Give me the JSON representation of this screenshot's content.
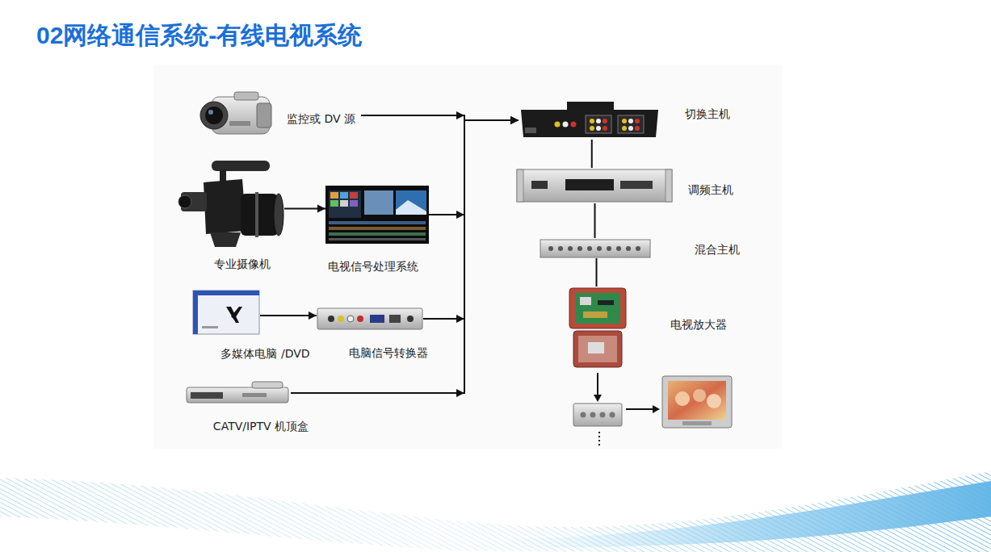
{
  "diagram": {
    "title": "02网络通信系统-有线电视系统",
    "nodes": [
      {
        "text": [
          "监控或 DV 源"
        ]
      },
      {
        "text": [
          "专业摄像机"
        ]
      },
      {
        "text": [
          "电视信号处理系统"
        ]
      },
      {
        "text": [
          "多媒体电脑 /DVD"
        ]
      },
      {
        "text": [
          "电脑信号转换器"
        ]
      },
      {
        "text": [
          "CATV/IPTV 机顶盒"
        ]
      },
      {
        "text": [
          "切换主机"
        ]
      },
      {
        "text": [
          "调频主机"
        ]
      },
      {
        "text": [
          "混合主机"
        ]
      },
      {
        "text": [
          "电视放大器"
        ]
      }
    ],
    "edges": [
      {
        "from": 0,
        "to": 6,
        "arrow": "to"
      },
      {
        "from": 1,
        "to": 2,
        "arrow": "to"
      },
      {
        "from": 2,
        "to": 6,
        "arrow": "to"
      },
      {
        "from": 3,
        "to": 4,
        "arrow": "to"
      },
      {
        "from": 4,
        "to": 6,
        "arrow": "to"
      },
      {
        "from": 5,
        "to": 6,
        "arrow": "to"
      },
      {
        "from": 6,
        "to": 7,
        "arrow": "none"
      },
      {
        "from": 7,
        "to": 8,
        "arrow": "none"
      },
      {
        "from": 8,
        "to": 9,
        "arrow": "none"
      }
    ]
  }
}
